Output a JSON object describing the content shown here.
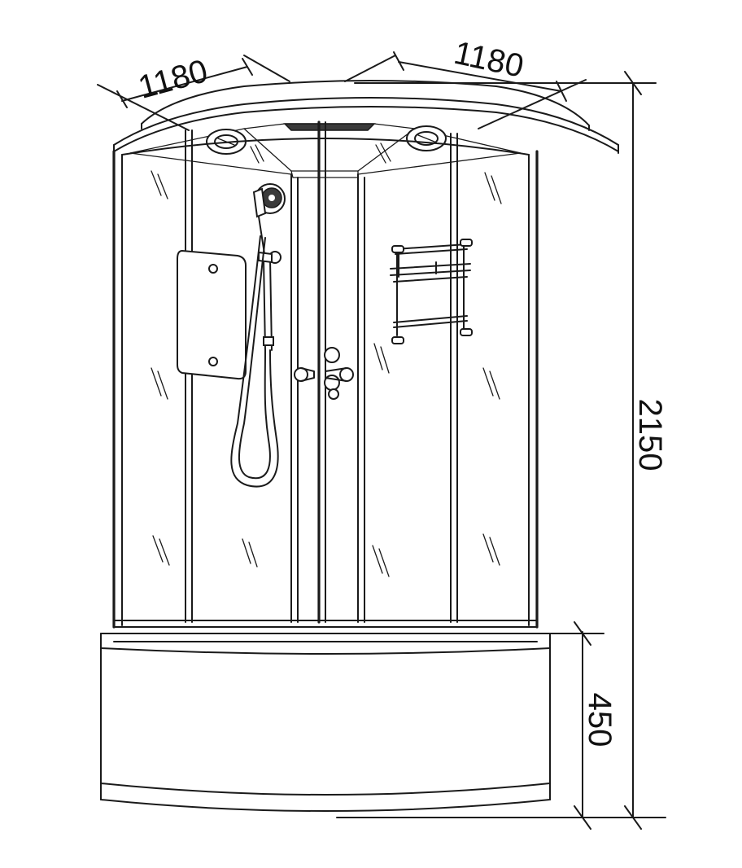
{
  "dimensions": {
    "width_left": "1180",
    "width_right": "1180",
    "total_height": "2150",
    "tray_height": "450"
  },
  "colors": {
    "line": "#1a1a1a",
    "background": "#ffffff"
  }
}
